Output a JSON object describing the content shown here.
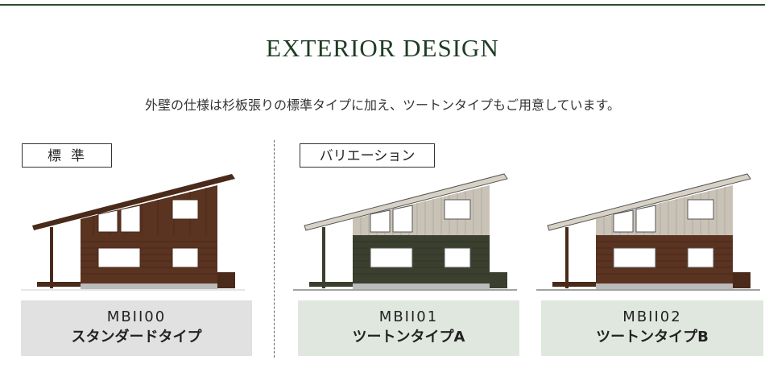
{
  "header": {
    "title": "EXTERIOR DESIGN",
    "description": "外壁の仕様は杉板張りの標準タイプに加え、ツートンタイプもご用意しています。"
  },
  "tags": {
    "standard": "標準",
    "variation": "バリエーション"
  },
  "colors": {
    "accent": "#1f3d25",
    "wood": "#5a3321",
    "dark_green": "#3a3f2e",
    "light_siding": "#c9c2b6",
    "card_gray": "#e1e1e1",
    "card_green": "#e0e7df"
  },
  "designs": [
    {
      "model": "MBII00",
      "type": "スタンダードタイプ",
      "style": "standard"
    },
    {
      "model": "MBII01",
      "type": "ツートンタイプA",
      "style": "two-tone-a"
    },
    {
      "model": "MBII02",
      "type": "ツートンタイプB",
      "style": "two-tone-b"
    }
  ]
}
